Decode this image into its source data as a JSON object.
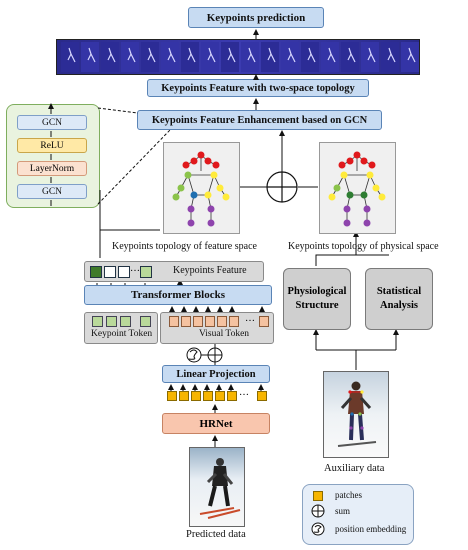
{
  "top_title": "Keypoints prediction",
  "feature_two_space": "Keypoints Feature with two-space topology",
  "feature_enhancement": "Keypoints Feature Enhancement based on GCN",
  "gcn_stack": {
    "top": "GCN",
    "relu": "ReLU",
    "layernorm": "LayerNorm",
    "bottom": "GCN"
  },
  "caption_feature_space": "Keypoints topology of feature space",
  "caption_physical_space": "Keypoints topology of physical space",
  "keypoints_feature": "Keypoints Feature",
  "transformer_blocks": "Transformer Blocks",
  "keypoint_token": "Keypoint Token",
  "visual_token": "Visual Token",
  "linear_projection": "Linear Projection",
  "backbone": "HRNet",
  "predicted_data": "Predicted data",
  "physiological_structure": "Physiological Structure",
  "statistical_analysis": "Statistical Analysis",
  "auxiliary_data": "Auxiliary data",
  "legend": {
    "patches": "patches",
    "sum": "sum",
    "position_embedding": "position embedding"
  },
  "colors": {
    "blue_box": "#c7dbf2",
    "hrnet_box": "#f9c6ae",
    "patch": "#f7b500",
    "keypoint_token": "#b9d99a",
    "visual_token": "#f5c2a0",
    "gcn_panel": "#e9f3df"
  }
}
